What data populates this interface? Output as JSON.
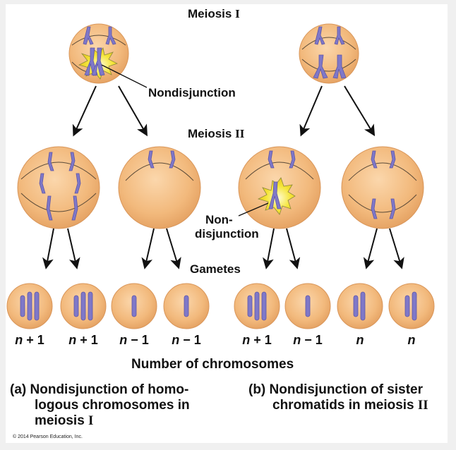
{
  "stage_labels": {
    "meiosis1": {
      "text": "Meiosis",
      "numeral": "I"
    },
    "meiosis2": {
      "text": "Meiosis",
      "numeral": "II"
    },
    "gametes": "Gametes"
  },
  "nondisjunction_labels": {
    "a": "Nondisjunction",
    "b_line1": "Non-",
    "b_line2": "disjunction"
  },
  "gamete_counts": [
    "n + 1",
    "n + 1",
    "n − 1",
    "n − 1",
    "n + 1",
    "n − 1",
    "n",
    "n"
  ],
  "axis_label": "Number of chromosomes",
  "captions": {
    "a": {
      "marker": "(a)",
      "line1": "Nondisjunction of homo-",
      "line2": "logous chromosomes in",
      "line3": "meiosis",
      "numeral": "I"
    },
    "b": {
      "marker": "(b)",
      "line1": "Nondisjunction of sister",
      "line2": "chromatids in meiosis",
      "numeral": "II"
    }
  },
  "copyright": "© 2014 Pearson Education, Inc.",
  "colors": {
    "cell_fill": "#f2b97c",
    "cell_edge": "#d9965a",
    "chromosome": "#7f78c8",
    "chromosome_edge": "#5d56a8",
    "burst": "#f7e43a",
    "spindle": "#5a4a38",
    "arrow": "#111111"
  }
}
